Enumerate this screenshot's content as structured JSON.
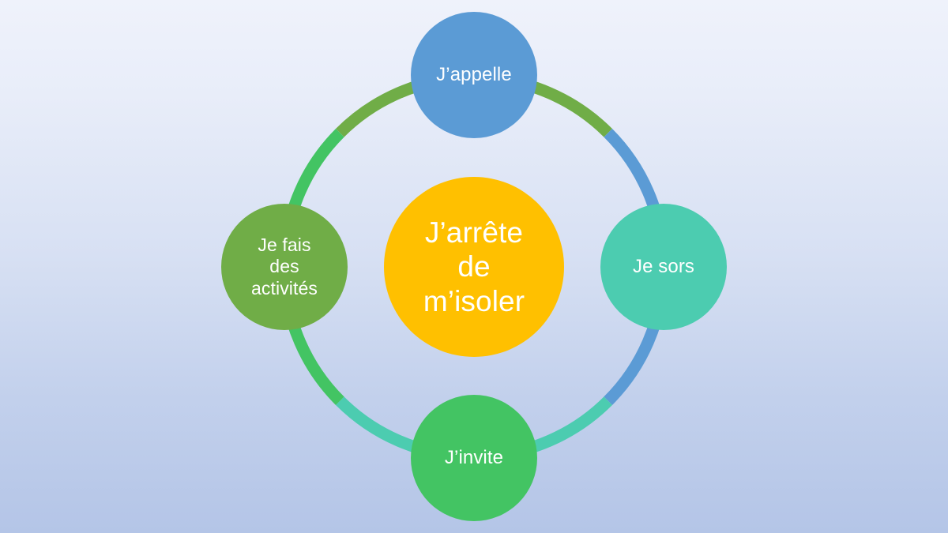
{
  "diagram": {
    "type": "cycle-diagram",
    "title_text": "J’arrête de m’isoler",
    "background": {
      "gradient_top": "#eff2fb",
      "gradient_bottom": "#b4c5e7"
    },
    "center": {
      "id": "center",
      "label": "J’arrête\nde\nm’isoler",
      "color": "#FFC000",
      "text_color": "#ffffff"
    },
    "nodes": [
      {
        "id": "top",
        "label": "J’appelle",
        "color": "#5B9BD5",
        "text_color": "#ffffff",
        "position": "top"
      },
      {
        "id": "right",
        "label": "Je sors",
        "color": "#4CCCB0",
        "text_color": "#ffffff",
        "position": "right"
      },
      {
        "id": "bottom",
        "label": "J’invite",
        "color": "#43C463",
        "text_color": "#ffffff",
        "position": "bottom"
      },
      {
        "id": "left",
        "label": "Je fais\ndes\nactivités",
        "color": "#70AD47",
        "text_color": "#ffffff",
        "position": "left"
      }
    ],
    "arcs": [
      {
        "id": "arc-left-to-top",
        "from": "left",
        "to": "top",
        "color": "#70AD47"
      },
      {
        "id": "arc-top-to-right",
        "from": "top",
        "to": "right",
        "color": "#5B9BD5"
      },
      {
        "id": "arc-right-to-bottom",
        "from": "right",
        "to": "bottom",
        "color": "#4CCCB0"
      },
      {
        "id": "arc-bottom-to-left",
        "from": "bottom",
        "to": "left",
        "color": "#43C463"
      }
    ]
  },
  "chart_data": {
    "type": "diagram",
    "title": "J’arrête de m’isoler",
    "categories": [
      "J’appelle",
      "Je sors",
      "J’invite",
      "Je fais des activités"
    ],
    "center_label": "J’arrête de m’isoler",
    "legend": [],
    "colors": [
      "#5B9BD5",
      "#4CCCB0",
      "#43C463",
      "#70AD47",
      "#FFC000"
    ]
  }
}
